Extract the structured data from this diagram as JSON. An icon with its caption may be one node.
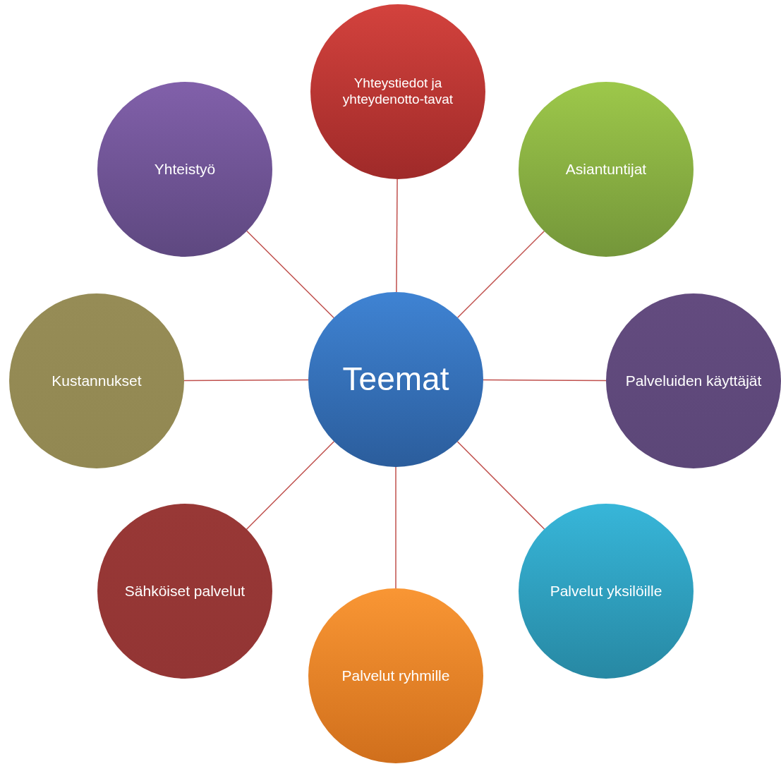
{
  "diagram": {
    "nodes": [
      {
        "text": [
          "Teemat"
        ]
      },
      {
        "text": [
          "Yhteystiedot ja yhteydenotto-tavat"
        ]
      },
      {
        "text": [
          "Asiantuntijat"
        ]
      },
      {
        "text": [
          "Palveluiden käyttäjät"
        ]
      },
      {
        "text": [
          "Palvelut yksilöille"
        ]
      },
      {
        "text": [
          "Palvelut ryhmille"
        ]
      },
      {
        "text": [
          "Sähköiset palvelut"
        ]
      },
      {
        "text": [
          "Kustannukset"
        ]
      },
      {
        "text": [
          "Yhteistyö"
        ]
      }
    ],
    "edges": [
      {
        "from": 0,
        "to": 1,
        "arrow": "none"
      },
      {
        "from": 0,
        "to": 2,
        "arrow": "none"
      },
      {
        "from": 0,
        "to": 3,
        "arrow": "none"
      },
      {
        "from": 0,
        "to": 4,
        "arrow": "none"
      },
      {
        "from": 0,
        "to": 5,
        "arrow": "none"
      },
      {
        "from": 0,
        "to": 6,
        "arrow": "none"
      },
      {
        "from": 0,
        "to": 7,
        "arrow": "none"
      },
      {
        "from": 0,
        "to": 8,
        "arrow": "none"
      }
    ]
  }
}
